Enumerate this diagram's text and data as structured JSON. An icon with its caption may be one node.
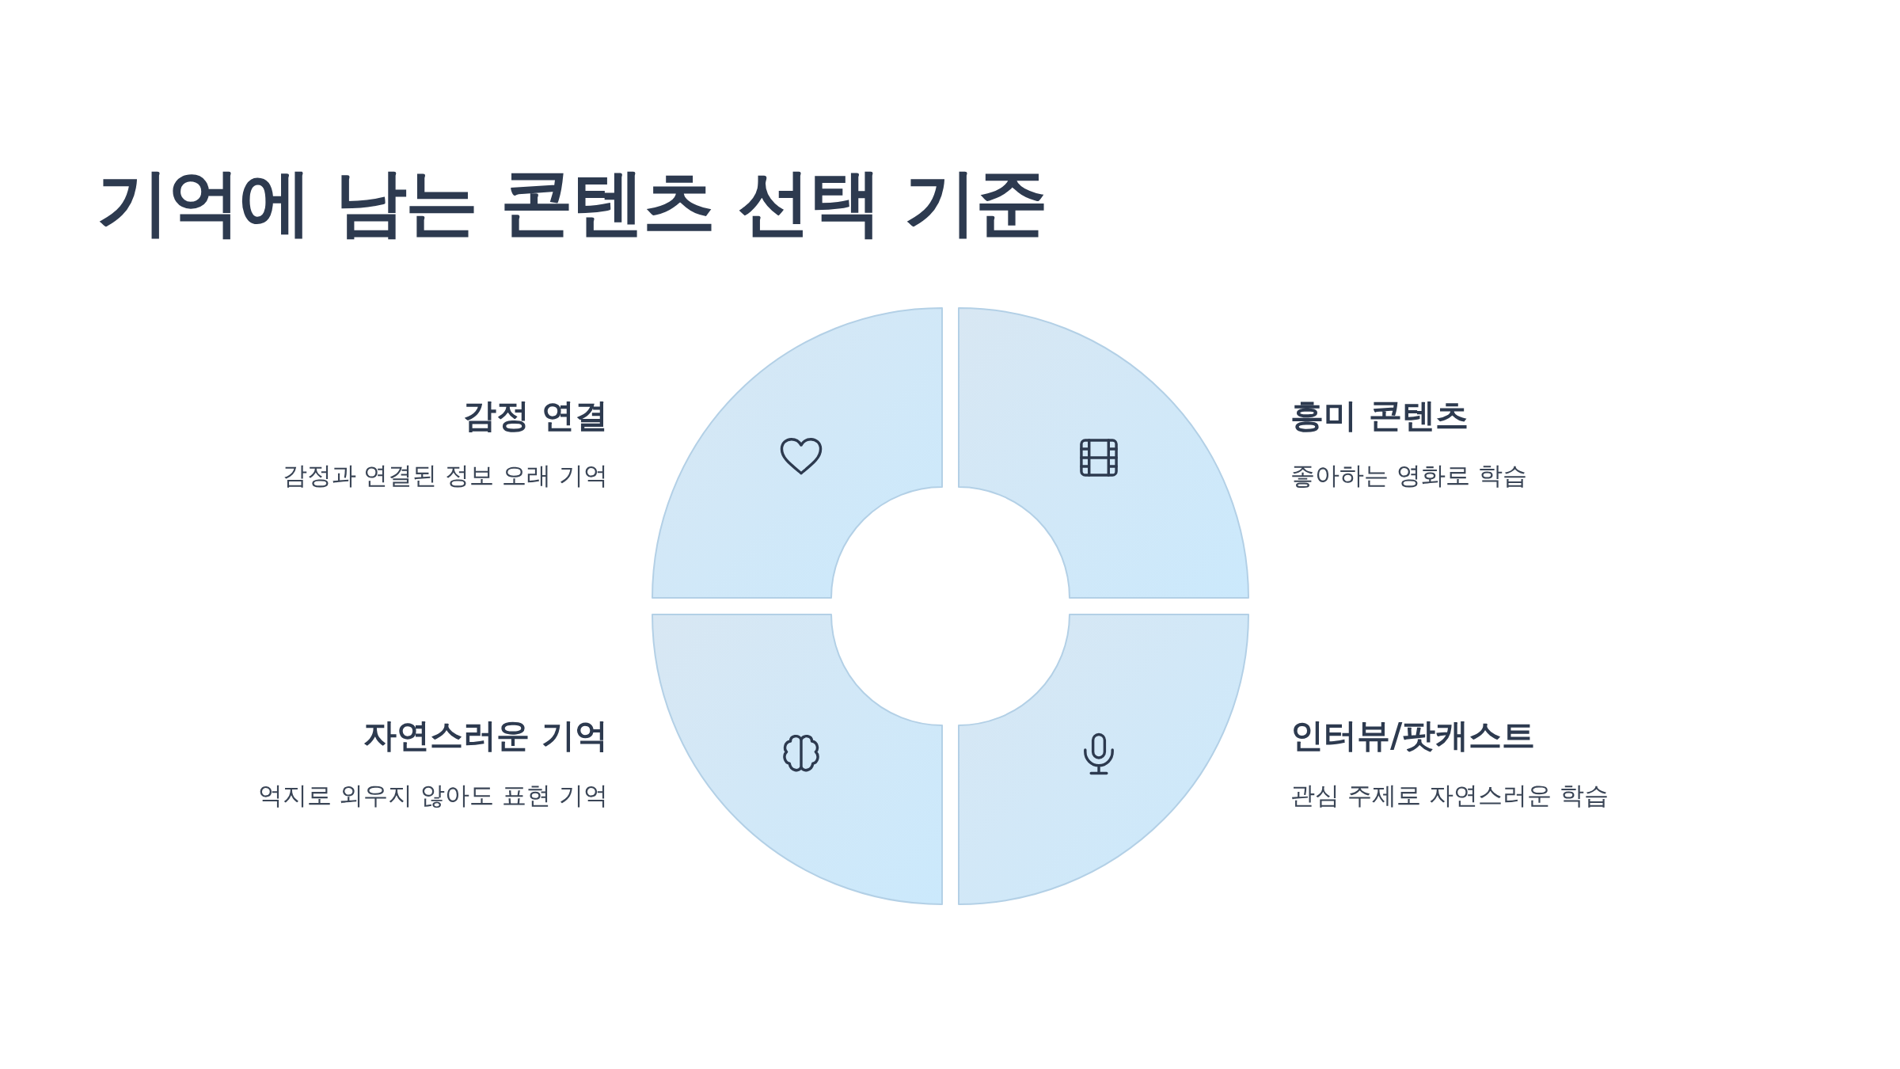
{
  "diagram": {
    "title": "기억에 남는 콘텐츠 선택 기준",
    "nodes": [
      {
        "text": [],
        "shape": "sector",
        "beside": [
          "감정 연결",
          "감정과 연결된 정보 오래 기억"
        ]
      },
      {
        "text": [],
        "shape": "sector",
        "beside": [
          "흥미 콘텐츠",
          "좋아하는 영화로 학습"
        ]
      },
      {
        "text": [],
        "shape": "sector",
        "beside": [
          "자연스러운 기억",
          "억지로 외우지 않아도 표현 기억"
        ]
      },
      {
        "text": [],
        "shape": "sector",
        "beside": [
          "인터뷰/팟캐스트",
          "관심 주제로 자연스러운 학습"
        ]
      }
    ]
  }
}
